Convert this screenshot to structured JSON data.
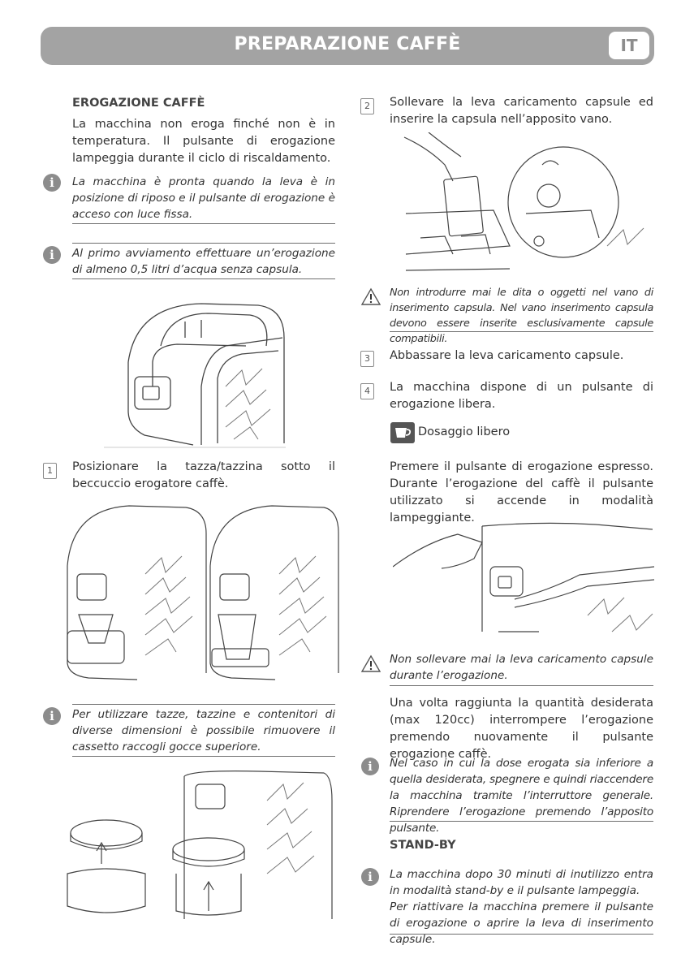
{
  "header": {
    "title": "PREPARAZIONE CAFFÈ",
    "lang": "IT"
  },
  "left": {
    "heading": "EROGAZIONE CAFFÈ",
    "intro": "La macchina non eroga finché non è in temperatura. Il pulsante di erogazione lampeggia durante il ciclo di riscaldamento.",
    "note1": "La macchina è pronta quando la leva è in posizione di riposo e il pulsante di erogazione è acceso con luce fissa.",
    "note2": "Al primo avviamento effettuare un’erogazione di almeno 0,5 litri d’acqua senza capsula.",
    "step1_num": "1",
    "step1_text": "Posizionare la tazza/tazzina sotto il beccuccio erogatore caffè.",
    "note3": "Per utilizzare tazze, tazzine e contenitori di diverse dimensioni è possibile rimuovere il cassetto raccogli gocce superiore."
  },
  "right": {
    "step2_num": "2",
    "step2_text": "Sollevare la leva caricamento capsule ed inserire la capsula nell’apposito vano.",
    "warning1": "Non introdurre mai le dita o oggetti nel vano di inserimento capsula. Nel vano inserimento capsula devono essere inserite esclusivamente capsule compatibili.",
    "step3_num": "3",
    "step3_text": "Abbassare la leva caricamento capsule.",
    "step4_num": "4",
    "step4_text": "La macchina dispone di un pulsante di erogazione libera.",
    "dosage_label": "Dosaggio libero",
    "press_text": "Premere il pulsante di erogazione espresso. Durante l’erogazione del caffè il pulsante utilizzato si accende in modalità lampeggiante.",
    "warning2": "Non sollevare mai la leva caricamento capsule durante l’erogazione.",
    "stop_text": "Una volta raggiunta la quantità desiderata (max 120cc) interrompere l’erogazione premendo nuovamente il pulsante erogazione caffè.",
    "note4": "Nel caso in cui la dose erogata sia inferiore a quella desiderata, spegnere e quindi riaccendere la macchina tramite l’interruttore generale. Riprendere l’erogazione premendo l’apposito pulsante.",
    "standby_heading": "STAND-BY",
    "standby_note_1": "La macchina dopo 30 minuti di inutilizzo entra in modalità stand-by e il pulsante lampeggia.",
    "standby_note_2": "Per riattivare la macchina premere il pulsante di erogazione o aprire la leva di inserimento capsule."
  },
  "icons": {
    "info": "info-icon",
    "warning": "warning-triangle-icon",
    "cup": "espresso-cup-icon"
  },
  "colors": {
    "header_bg": "#a3a3a3",
    "icon_grey": "#8c8c8c"
  }
}
